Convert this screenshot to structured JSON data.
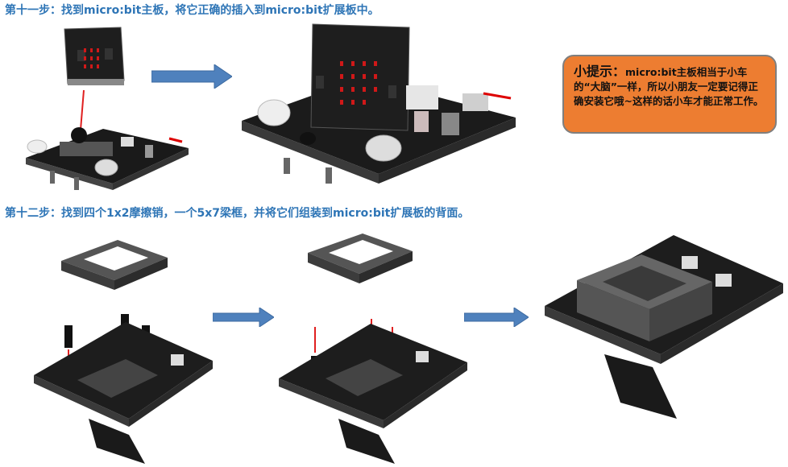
{
  "step11": {
    "title": "第十一步：找到micro:bit主板，将它正确的插入到micro:bit扩展板中。"
  },
  "tip": {
    "title": "小提示：",
    "body": "micro:bit主板相当于小车的“大脑”一样，所以小朋友一定要记得正确安装它哦~这样的话小车才能正常工作。"
  },
  "step12": {
    "title": "第十二步：找到四个1x2摩擦销，一个5x7梁框，并将它们组装到micro:bit扩展板的背面。"
  },
  "colors": {
    "title_blue": "#2e75b6",
    "tip_orange": "#ed7d31",
    "arrow_blue": "#4f81bd",
    "pointer_red": "#e02020",
    "board_black": "#1b1b1b",
    "frame_gray": "#5a5a5a"
  }
}
